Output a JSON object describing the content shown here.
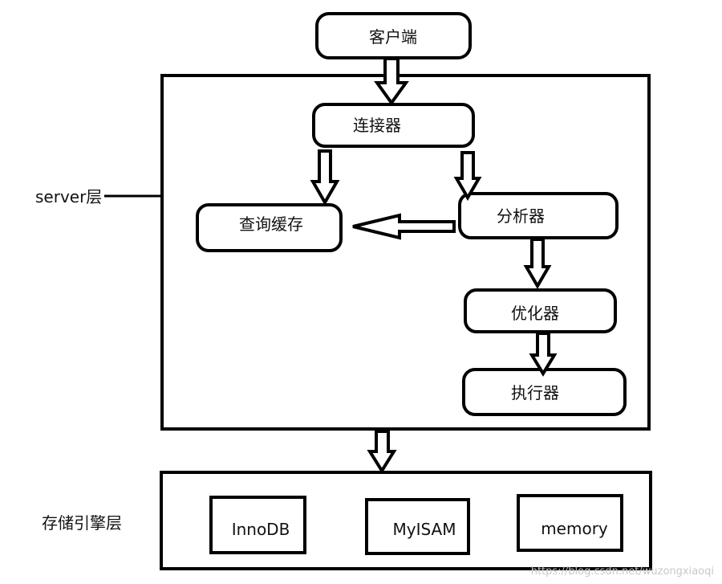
{
  "nodes": {
    "client": "客户端",
    "connector": "连接器",
    "query_cache": "查询缓存",
    "analyzer": "分析器",
    "optimizer": "优化器",
    "executor": "执行器"
  },
  "layers": {
    "server": "server层",
    "storage": "存储引擎层"
  },
  "engines": [
    "InnoDB",
    "MyISAM",
    "memory"
  ],
  "watermark": "https://blog.csdn.net/wuzongxiaoqi"
}
